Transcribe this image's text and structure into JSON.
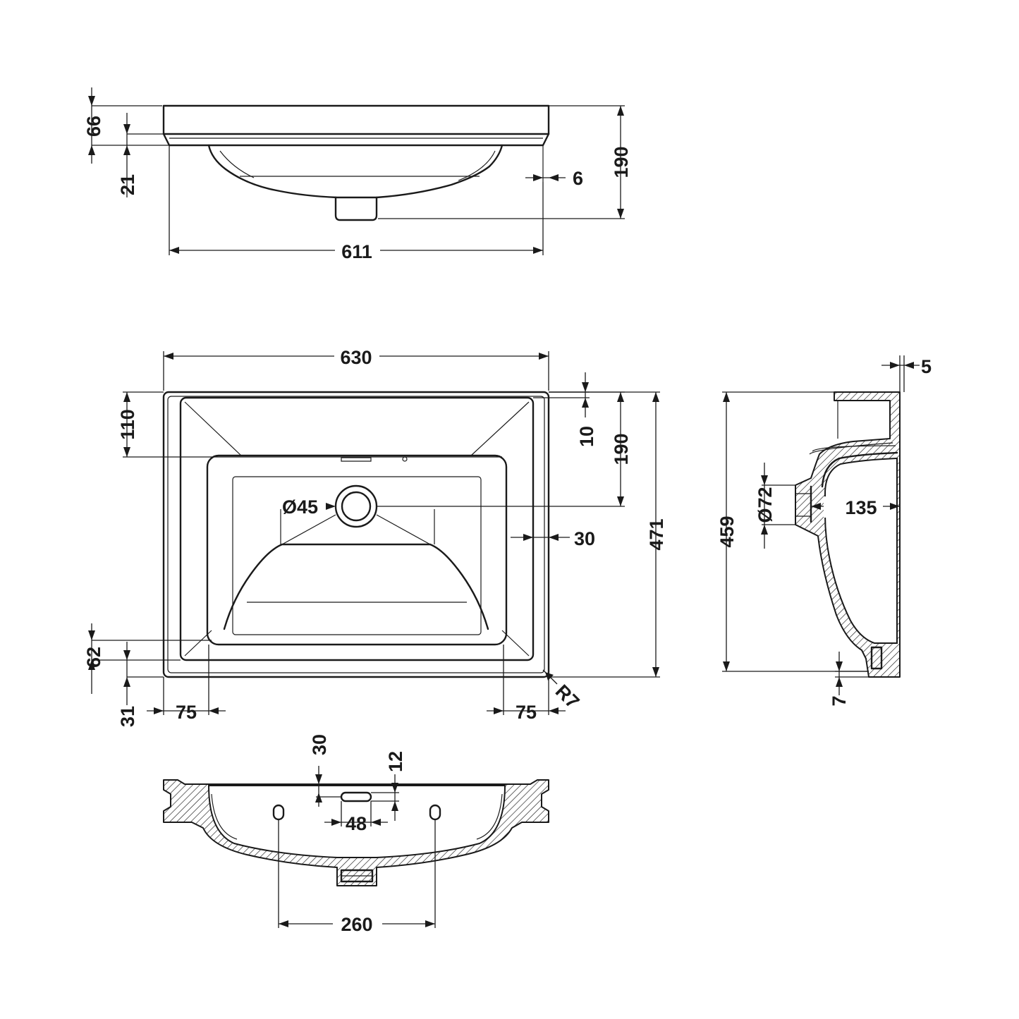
{
  "colors": {
    "ink": "#1a1a1a",
    "paper": "#ffffff"
  },
  "front_view": {
    "height_total": "190",
    "rim_height": "66",
    "ledge": "21",
    "wall": "6",
    "width": "611"
  },
  "plan_view": {
    "width": "630",
    "height": "471",
    "tap_deck_depth": "110",
    "waste_from_back": "190",
    "back_rim": "10",
    "waste_diameter": "Ø45",
    "side_rim": "30",
    "front_depth": "62",
    "front_rim": "31",
    "left_offset": "75",
    "right_offset": "75",
    "corner_radius": "R7"
  },
  "side_view": {
    "top_thickness": "5",
    "height": "459",
    "overflow_diameter": "Ø72",
    "bowl_depth": "135",
    "foot": "7"
  },
  "section_view": {
    "tap_to_slot": "30",
    "slot_height": "12",
    "slot_width": "48",
    "hole_spacing": "260"
  }
}
